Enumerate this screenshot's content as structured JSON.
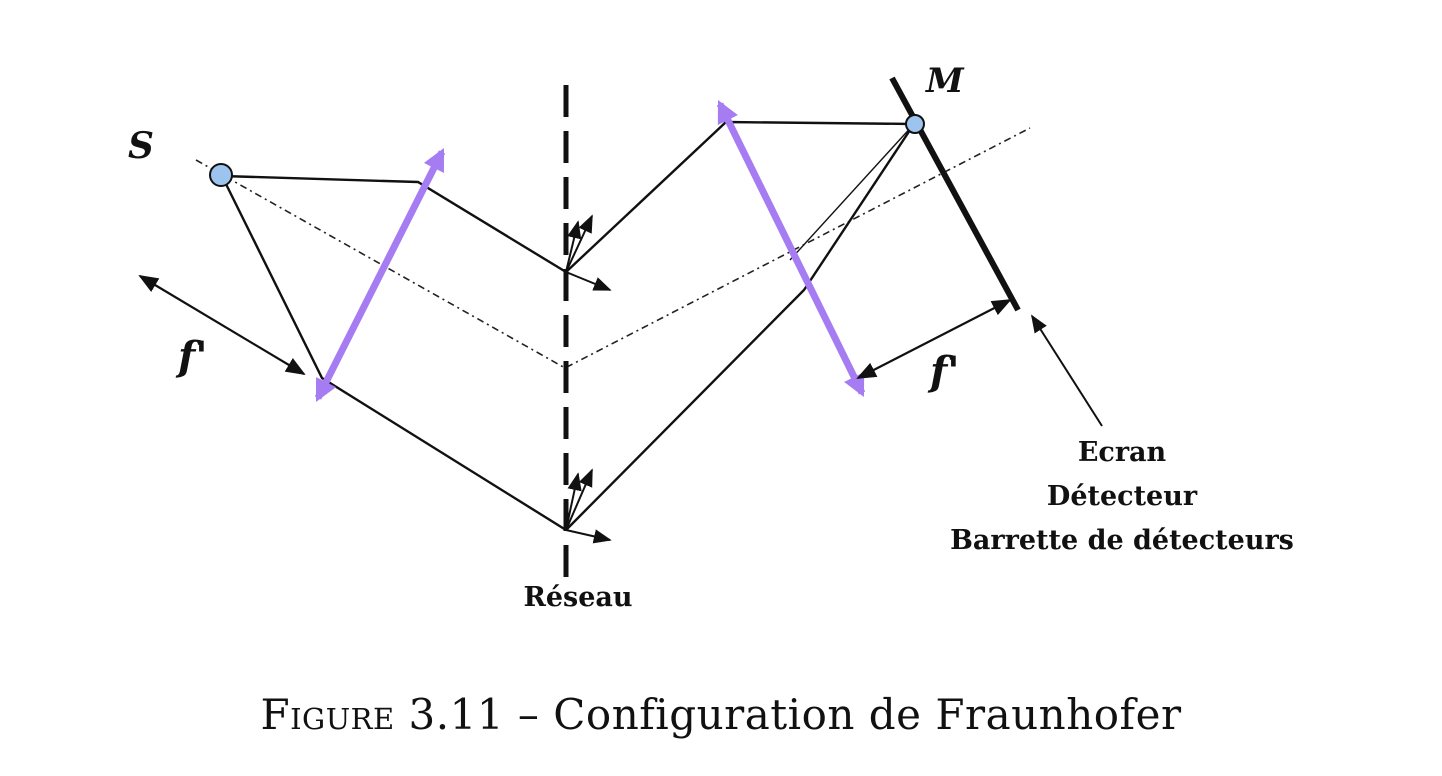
{
  "figure": {
    "labels": {
      "source": "S",
      "point": "M",
      "focal_left": "f'",
      "focal_right": "f'",
      "grating": "Réseau",
      "screen_line1": "Ecran",
      "screen_line2": "Détecteur",
      "screen_line3": "Barrette de détecteurs"
    },
    "colors": {
      "lens": "#a57cf2",
      "point_fill": "#9dc3ef",
      "ink": "#111111"
    }
  },
  "caption": {
    "prefix": "Figure",
    "number": "3.11",
    "dash": "–",
    "text": "Configuration de Fraunhofer"
  }
}
